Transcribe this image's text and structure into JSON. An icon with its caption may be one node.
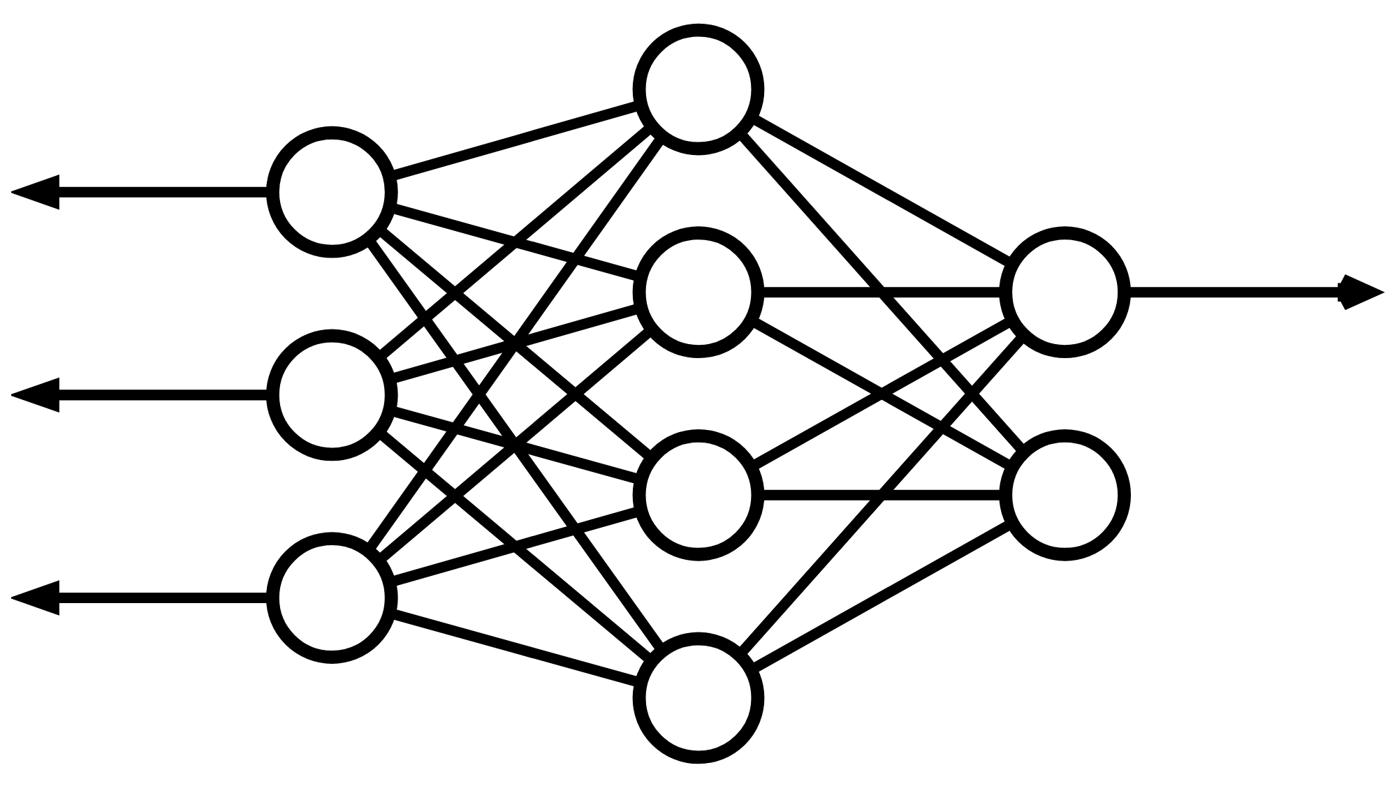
{
  "diagram": {
    "nodes": [
      {
        "text": [],
        "shape": "circle"
      },
      {
        "text": [],
        "shape": "circle"
      },
      {
        "text": [],
        "shape": "circle"
      },
      {
        "text": [],
        "shape": "circle"
      },
      {
        "text": [],
        "shape": "circle"
      },
      {
        "text": [],
        "shape": "circle"
      },
      {
        "text": [],
        "shape": "circle"
      },
      {
        "text": [],
        "shape": "circle"
      },
      {
        "text": [],
        "shape": "circle"
      }
    ],
    "edges": [
      {
        "from": 0,
        "to": null,
        "arrow": "to"
      },
      {
        "from": 1,
        "to": null,
        "arrow": "to"
      },
      {
        "from": 2,
        "to": null,
        "arrow": "to"
      },
      {
        "from": 0,
        "to": 3,
        "arrow": "none"
      },
      {
        "from": 0,
        "to": 4,
        "arrow": "none"
      },
      {
        "from": 0,
        "to": 5,
        "arrow": "none"
      },
      {
        "from": 0,
        "to": 6,
        "arrow": "none"
      },
      {
        "from": 1,
        "to": 3,
        "arrow": "none"
      },
      {
        "from": 1,
        "to": 4,
        "arrow": "none"
      },
      {
        "from": 1,
        "to": 5,
        "arrow": "none"
      },
      {
        "from": 1,
        "to": 6,
        "arrow": "none"
      },
      {
        "from": 2,
        "to": 3,
        "arrow": "none"
      },
      {
        "from": 2,
        "to": 4,
        "arrow": "none"
      },
      {
        "from": 2,
        "to": 5,
        "arrow": "none"
      },
      {
        "from": 2,
        "to": 6,
        "arrow": "none"
      },
      {
        "from": 3,
        "to": 7,
        "arrow": "none"
      },
      {
        "from": 3,
        "to": 8,
        "arrow": "none"
      },
      {
        "from": 4,
        "to": 7,
        "arrow": "none"
      },
      {
        "from": 4,
        "to": 8,
        "arrow": "none"
      },
      {
        "from": 5,
        "to": 7,
        "arrow": "none"
      },
      {
        "from": 5,
        "to": 8,
        "arrow": "none"
      },
      {
        "from": 6,
        "to": 7,
        "arrow": "none"
      },
      {
        "from": 6,
        "to": 8,
        "arrow": "none"
      },
      {
        "from": 7,
        "to": null,
        "arrow": "to"
      }
    ]
  }
}
